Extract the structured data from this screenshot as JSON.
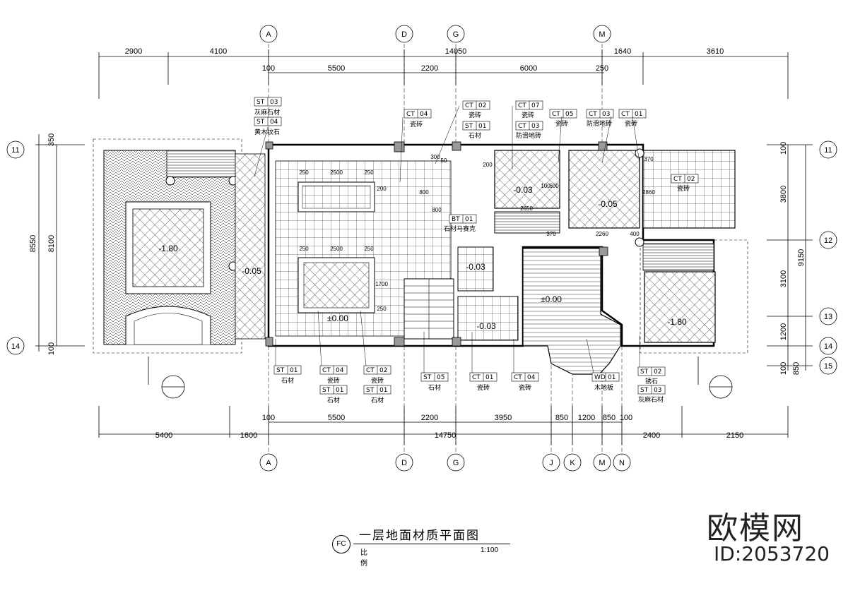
{
  "drawing": {
    "title": "一层地面材质平面图",
    "symbol": "FC",
    "scale_label": "比例",
    "scale_value": "1:100"
  },
  "watermark": {
    "brand": "欧模网",
    "id": "ID:2053720"
  },
  "grid": {
    "top": [
      "A",
      "D",
      "G",
      "M"
    ],
    "bottom": [
      "A",
      "D",
      "G",
      "J",
      "K",
      "M",
      "N"
    ],
    "left": [
      "11",
      "14"
    ],
    "right": [
      "11",
      "12",
      "13",
      "14",
      "15"
    ]
  },
  "dims_top": {
    "outer": [
      "2900",
      "4100",
      "14050",
      "1640",
      "3610"
    ],
    "inner": [
      "100",
      "5500",
      "2200",
      "6000",
      "250"
    ]
  },
  "dims_bottom": {
    "inner": [
      "100",
      "5500",
      "2200",
      "3950",
      "850",
      "1200",
      "850",
      "100"
    ],
    "outer": [
      "5400",
      "1600",
      "14750",
      "2400",
      "2150"
    ]
  },
  "dims_left": [
    "350",
    "8550",
    "8100",
    "100"
  ],
  "dims_right": [
    "100",
    "3800",
    "9150",
    "3100",
    "1200",
    "100",
    "850"
  ],
  "levels": [
    "-1.80",
    "-0.05",
    "±0.00",
    "-0.03",
    "-0.05",
    "-0.03",
    "-0.03",
    "±0.00",
    "-1.80"
  ],
  "inner_dims": [
    "250",
    "2500",
    "250",
    "800",
    "800",
    "250",
    "2500",
    "250",
    "200",
    "1700",
    "250",
    "2650",
    "2260",
    "370",
    "370",
    "400",
    "2860",
    "600",
    "100",
    "200",
    "300",
    "50"
  ],
  "tags_top": [
    {
      "code": "ST",
      "num": "03",
      "text": "灰麻石材"
    },
    {
      "code": "ST",
      "num": "04",
      "text": "黄木纹石"
    },
    {
      "code": "CT",
      "num": "04",
      "text": "瓷砖"
    },
    {
      "code": "CT",
      "num": "02",
      "text": "瓷砖"
    },
    {
      "code": "ST",
      "num": "01",
      "text": "石材"
    },
    {
      "code": "CT",
      "num": "07",
      "text": "瓷砖"
    },
    {
      "code": "CT",
      "num": "03",
      "text": "防滑地砖"
    },
    {
      "code": "CT",
      "num": "05",
      "text": "瓷砖"
    },
    {
      "code": "CT",
      "num": "03",
      "text": "防滑地砖"
    },
    {
      "code": "CT",
      "num": "01",
      "text": "瓷砖"
    },
    {
      "code": "CT",
      "num": "02",
      "text": "瓷砖"
    },
    {
      "code": "BT",
      "num": "01",
      "text": "石材马赛克"
    }
  ],
  "tags_bottom": [
    {
      "code": "ST",
      "num": "01",
      "text": "石材"
    },
    {
      "code": "CT",
      "num": "04",
      "text": "瓷砖"
    },
    {
      "code": "ST",
      "num": "01",
      "text": "石材"
    },
    {
      "code": "CT",
      "num": "02",
      "text": "瓷砖"
    },
    {
      "code": "ST",
      "num": "01",
      "text": "石材"
    },
    {
      "code": "ST",
      "num": "05",
      "text": "石材"
    },
    {
      "code": "CT",
      "num": "01",
      "text": "瓷砖"
    },
    {
      "code": "CT",
      "num": "04",
      "text": "瓷砖"
    },
    {
      "code": "WD",
      "num": "01",
      "text": "木地板"
    },
    {
      "code": "ST",
      "num": "02",
      "text": "锈石"
    },
    {
      "code": "ST",
      "num": "03",
      "text": "灰麻石材"
    }
  ]
}
